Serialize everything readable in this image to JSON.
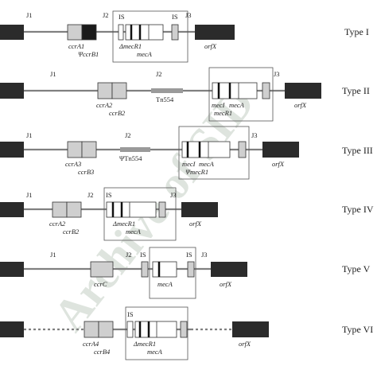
{
  "watermark": "Archive of SID",
  "colors": {
    "backbone": "#808080",
    "dark_gene": "#2b2b2b",
    "light_gene": "#cfcfcf",
    "white_gene": "#ffffff",
    "tn": "#9a9a9a",
    "watermark": "#c9d3c9"
  },
  "types": [
    {
      "name": "Type I",
      "junctions": [
        "J1",
        "J2",
        "J3"
      ],
      "labels": {
        "ccrA": "ccrA1",
        "ccrB": "ΨccrB1",
        "mec1": "ΔmecR1",
        "mec2": "mecA",
        "is_left": "IS",
        "is_right": "IS",
        "orf": "orfX"
      }
    },
    {
      "name": "Type II",
      "junctions": [
        "J1",
        "J2",
        "J3"
      ],
      "labels": {
        "ccrA": "ccrA2",
        "ccrB": "ccrB2",
        "tn": "Tn554",
        "mec1": "mecI",
        "mec2": "mecA",
        "mec3": "mecR1",
        "orf": "orfX"
      }
    },
    {
      "name": "Type III",
      "junctions": [
        "J1",
        "J2",
        "J3"
      ],
      "labels": {
        "ccrA": "ccrA3",
        "ccrB": "ccrB3",
        "tn": "ΨTn554",
        "mec1": "mecI",
        "mec2": "mecA",
        "mec3": "ΨmecR1",
        "orf": "orfX"
      }
    },
    {
      "name": "Type IV",
      "junctions": [
        "J1",
        "J2",
        "J3"
      ],
      "labels": {
        "ccrA": "ccrA2",
        "ccrB": "ccrB2",
        "mec1": "ΔmecR1",
        "mec2": "mecA",
        "is_left": "IS",
        "orf": "orfX"
      }
    },
    {
      "name": "Type V",
      "junctions": [
        "J1",
        "J2",
        "J3"
      ],
      "labels": {
        "ccrC": "ccrC",
        "mec2": "mecA",
        "is_left": "IS",
        "is_right": "IS",
        "orf": "orfX"
      }
    },
    {
      "name": "Type VI",
      "labels": {
        "ccrA": "ccrA4",
        "ccrB": "ccrB4",
        "mec1": "ΔmecR1",
        "mec2": "mecA",
        "is_left": "IS",
        "orf": "orfX"
      }
    }
  ]
}
